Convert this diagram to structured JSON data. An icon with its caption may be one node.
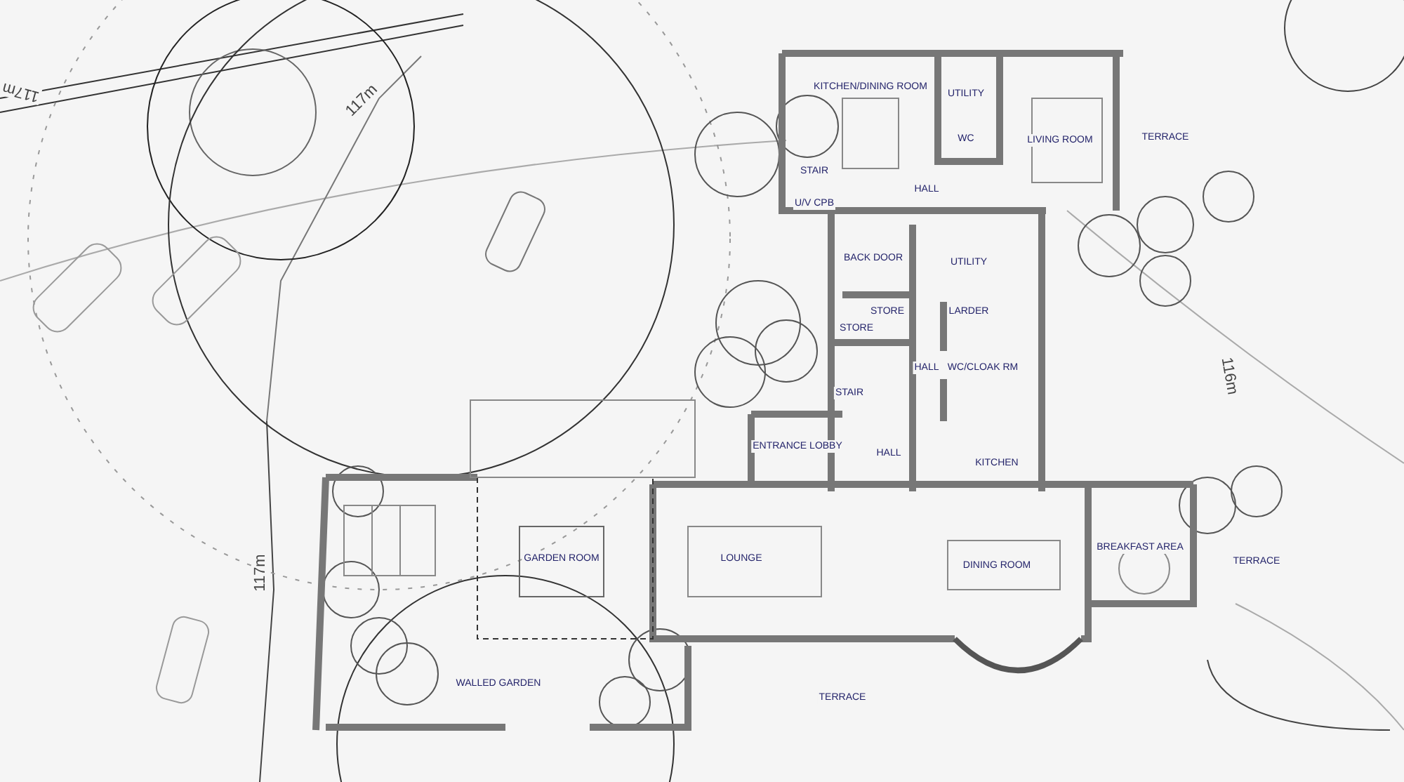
{
  "diagram": {
    "labels": [
      "117m",
      "117m",
      "KITCHEN/DINING ROOM",
      "UTILITY",
      "WC",
      "LIVING ROOM",
      "TERRACE",
      "STAIR",
      "HALL",
      "U/V CPB",
      "BACK DOOR",
      "UTILITY",
      "LARDER",
      "STORE",
      "STORE",
      "HALL",
      "WC/CLOAK RM",
      "116m",
      "STAIR",
      "ENTRANCE LOBBY",
      "HALL",
      "KITCHEN",
      "GARDEN ROOM",
      "LOUNGE",
      "DINING ROOM",
      "BREAKFAST AREA",
      "TERRACE",
      "117m",
      "WALLED GARDEN",
      "TERRACE"
    ]
  }
}
